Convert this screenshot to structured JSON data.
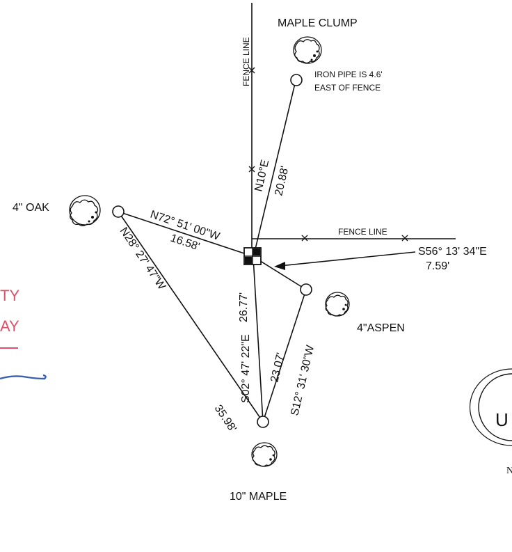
{
  "labels": {
    "maple_clump": "MAPLE CLUMP",
    "iron_pipe_line1": "IRON PIPE IS 4.6'",
    "iron_pipe_line2": "EAST OF FENCE",
    "fence_line_vertical": "FENCE LINE",
    "fence_line_horizontal": "FENCE LINE",
    "oak": "4\" OAK",
    "aspen": "4\"ASPEN",
    "maple": "10\" MAPLE"
  },
  "courses": {
    "to_maple_clump": {
      "bearing": "N10°E",
      "distance": "20.88'"
    },
    "to_oak": {
      "bearing": "N72° 51' 00\"W",
      "distance": "16.58'"
    },
    "to_aspen": {
      "bearing": "S56° 13' 34\"E",
      "distance": "7.59'"
    },
    "to_maple": {
      "bearing": "S02° 47' 22\"E",
      "distance": "26.77'"
    },
    "oak_to_maple": {
      "bearing": "N28° 27' 47\"W",
      "distance": "35.98'"
    },
    "aspen_to_maple": {
      "bearing": "S12° 31' 30\"W",
      "distance": "23.07'"
    }
  },
  "stamp": {
    "line1": "TY",
    "line2": "AY"
  },
  "seal": {
    "letter": "U",
    "sub": "N"
  },
  "colors": {
    "ink": "#111111",
    "stamp_red": "#e0506a",
    "stamp_blue": "#3a5fb0"
  }
}
